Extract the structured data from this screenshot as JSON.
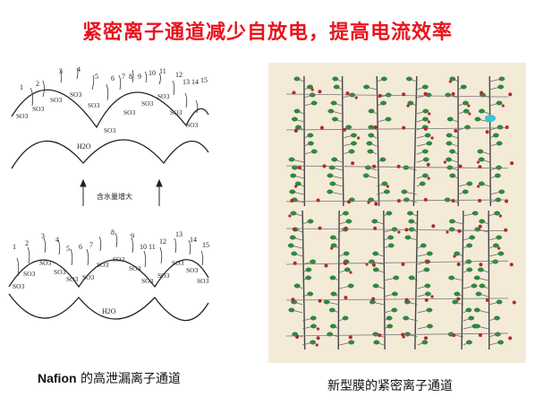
{
  "title": "紧密离子通道减少自放电，提高电流效率",
  "left_figure": {
    "top_numbers": [
      "1",
      "2",
      "3",
      "4",
      "5",
      "6",
      "7",
      "8",
      "9",
      "10",
      "11",
      "12",
      "13",
      "14",
      "15"
    ],
    "bottom_numbers": [
      "1",
      "2",
      "3",
      "4",
      "5",
      "6",
      "7",
      "8",
      "9",
      "10",
      "11",
      "12",
      "13",
      "14",
      "15"
    ],
    "so3_label": "SO3",
    "water_label_top": "H2O",
    "water_label_bottom": "H2O",
    "arrow_label": "含水量增大"
  },
  "caption_left_latin": "Nafion",
  "caption_left_rest": " 的高泄漏离子通道",
  "caption_right": "新型膜的紧密离子通道",
  "colors": {
    "title": "#e8141e",
    "sulfonate_green": "#2e8b3c",
    "backbone": "#444444",
    "oxygen_red": "#b0282d",
    "background_tan": "#f3ead8"
  }
}
